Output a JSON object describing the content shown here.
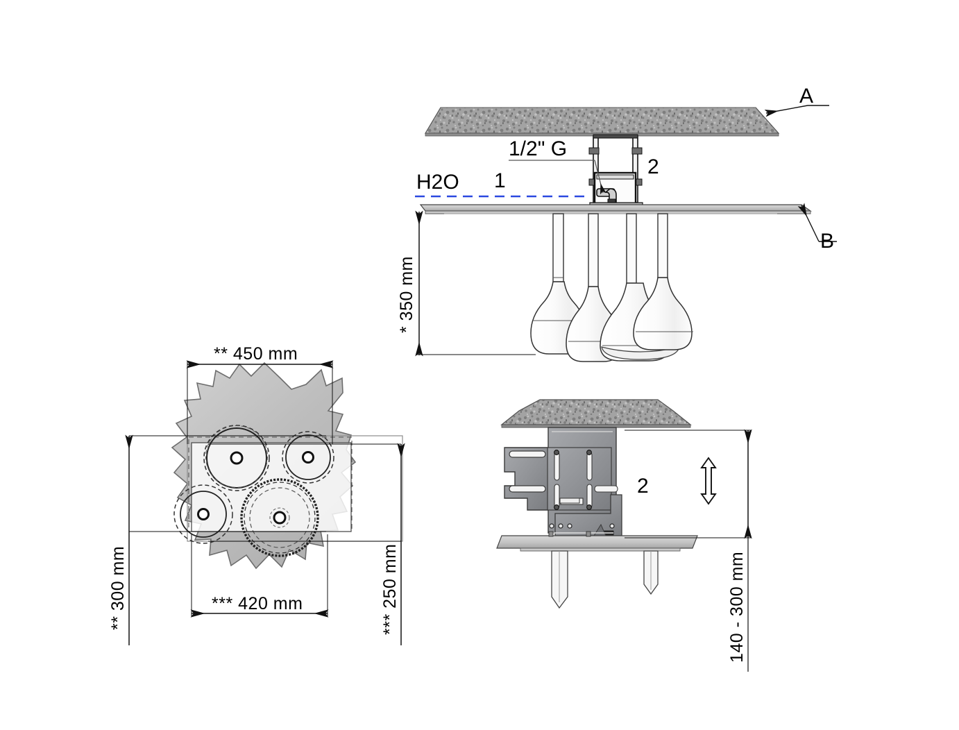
{
  "drawing": {
    "title": "Glass rack / under-counter mounting assembly technical drawing",
    "background_color": "#ffffff",
    "line_color": "#1a1a1a",
    "water_line_color": "#2b48e0",
    "stone_color": "#9a9a9a",
    "metal_color": "#8d8f93"
  },
  "top_view": {
    "tag_a": "A",
    "tag_b": "B",
    "thread_label": "1/2\"  G",
    "water_label": "H2O",
    "item_1": "1",
    "item_2": "2",
    "height_dimension": {
      "prefix": "*",
      "value": "350",
      "unit": "mm",
      "full": "*  350  mm"
    }
  },
  "plan_view": {
    "width_dimension": {
      "prefix": "**",
      "value": "450",
      "unit": "mm",
      "full": "**   450   mm"
    },
    "inner_width_dimension": {
      "prefix": "***",
      "value": "420",
      "unit": "mm",
      "full": "***   420   mm"
    },
    "left_height_dimension": {
      "prefix": "**",
      "value": "300",
      "unit": "mm",
      "full": "**  300  mm"
    },
    "right_height_dimension": {
      "prefix": "***",
      "value": "250",
      "unit": "mm",
      "full": "***  250  mm"
    },
    "hole_count": 4
  },
  "section_view": {
    "item_2": "2",
    "travel_dimension": {
      "min": "140",
      "max": "300",
      "unit": "mm",
      "full": "140 - 300  mm"
    },
    "arrow_icon": "up-down-arrow-icon"
  }
}
